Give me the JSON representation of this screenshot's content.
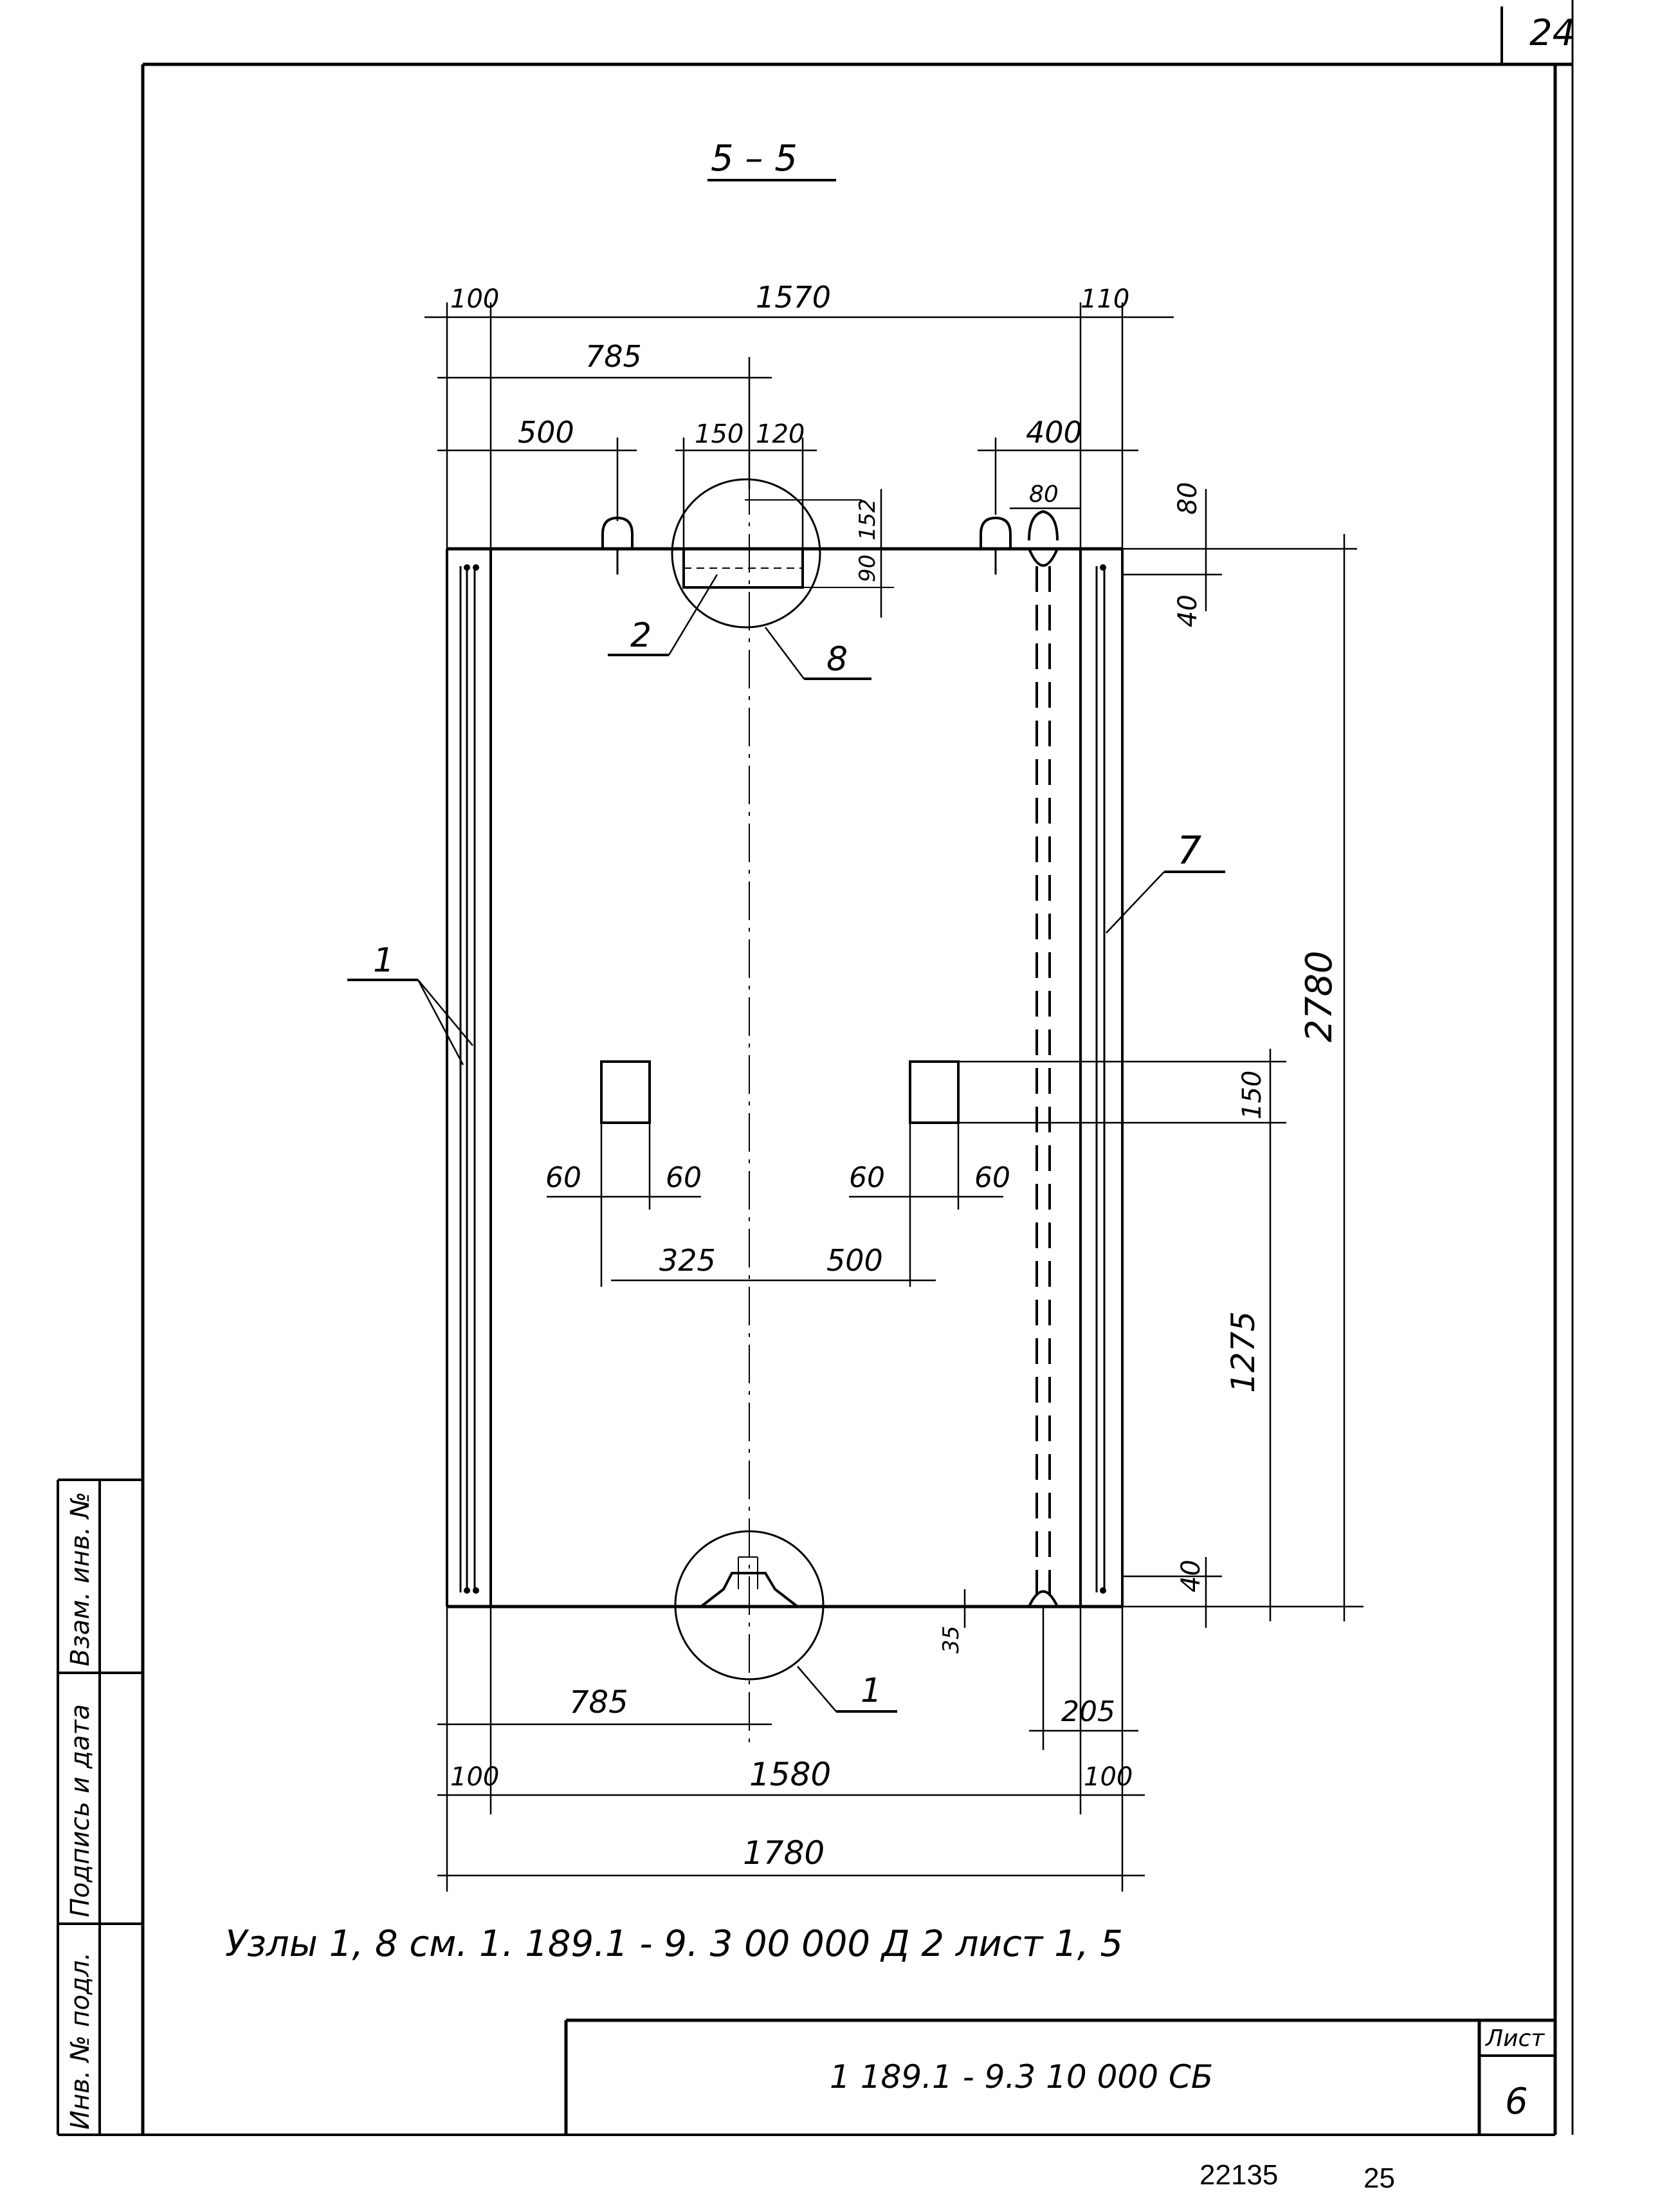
{
  "page_number": "24",
  "section_title": "5 – 5",
  "dimensions": {
    "top_left_offset": "100",
    "top_width": "1570",
    "top_right_offset": "110",
    "half_width_top": "785",
    "slot_offset": "500",
    "slot_left": "150",
    "slot_right": "120",
    "right_offset": "400",
    "right_pipe": "80",
    "right_top_80": "80",
    "right_top_40": "40",
    "slot_height_152": "152",
    "slot_height_90": "90",
    "total_height": "2780",
    "window_height": "150",
    "left_win_a": "60",
    "left_win_b": "60",
    "right_win_a": "60",
    "right_win_b": "60",
    "center_to_left_win": "325",
    "center_to_right_win": "500",
    "lower_height": "1275",
    "bottom_40": "40",
    "bottom_35": "35",
    "half_width_bottom": "785",
    "right_bottom_205": "205",
    "bottom_left_offset": "100",
    "bottom_width": "1580",
    "bottom_right_offset": "100",
    "total_width": "1780"
  },
  "callouts": {
    "c1_left": "1",
    "c2": "2",
    "c8": "8",
    "c7": "7",
    "c1_bottom": "1"
  },
  "note": "Узлы  1, 8  см.   1. 189.1 - 9. 3   00 000  Д 2   лист  1, 5",
  "title_block": {
    "doc_code": "1 189.1 - 9.3   10 000 СБ",
    "sheet_label": "Лист",
    "sheet_number": "6"
  },
  "side_stamp": {
    "inv_no": "Инв. № подл.",
    "sign_date": "Подпись и дата",
    "vzam_inv": "Взам. инв. №"
  },
  "footer": {
    "archive_no": "22135",
    "page": "25"
  }
}
